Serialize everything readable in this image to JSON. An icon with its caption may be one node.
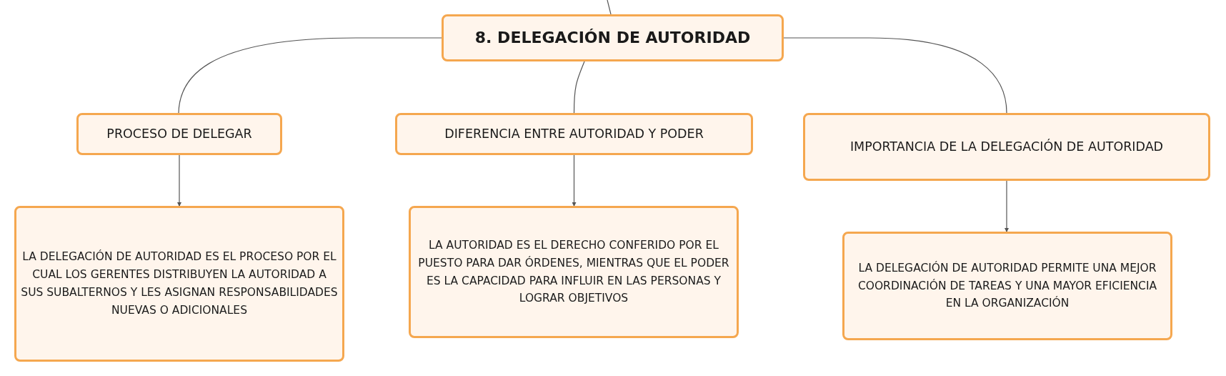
{
  "diagram": {
    "nodes": [
      {
        "text": [
          "8. DELEGACIÓN DE AUTORIDAD"
        ]
      },
      {
        "text": [
          "PROCESO DE DELEGAR"
        ]
      },
      {
        "text": [
          "DIFERENCIA ENTRE AUTORIDAD Y PODER"
        ]
      },
      {
        "text": [
          "IMPORTANCIA DE LA DELEGACIÓN DE AUTORIDAD"
        ]
      },
      {
        "text": [
          "LA DELEGACIÓN DE AUTORIDAD ES EL PROCESO POR EL CUAL LOS GERENTES DISTRIBUYEN LA AUTORIDAD A SUS SUBALTERNOS Y LES ASIGNAN RESPONSABILIDADES NUEVAS O ADICIONALES"
        ]
      },
      {
        "text": [
          "LA AUTORIDAD ES EL DERECHO CONFERIDO POR EL PUESTO PARA DAR ÓRDENES, MIENTRAS QUE EL PODER ES LA CAPACIDAD PARA INFLUIR EN LAS PERSONAS Y LOGRAR OBJETIVOS"
        ]
      },
      {
        "text": [
          "LA DELEGACIÓN DE AUTORIDAD PERMITE UNA MEJOR COORDINACIÓN DE TAREAS Y UNA MAYOR EFICIENCIA EN LA ORGANIZACIÓN"
        ]
      }
    ],
    "edges": [
      {
        "from": null,
        "to": 0,
        "arrow": "none"
      },
      {
        "from": 0,
        "to": 1,
        "arrow": "none"
      },
      {
        "from": 0,
        "to": 2,
        "arrow": "none"
      },
      {
        "from": 0,
        "to": 3,
        "arrow": "none"
      },
      {
        "from": 1,
        "to": 4,
        "arrow": "to"
      },
      {
        "from": 2,
        "to": 5,
        "arrow": "to"
      },
      {
        "from": 3,
        "to": 6,
        "arrow": "to"
      }
    ]
  }
}
